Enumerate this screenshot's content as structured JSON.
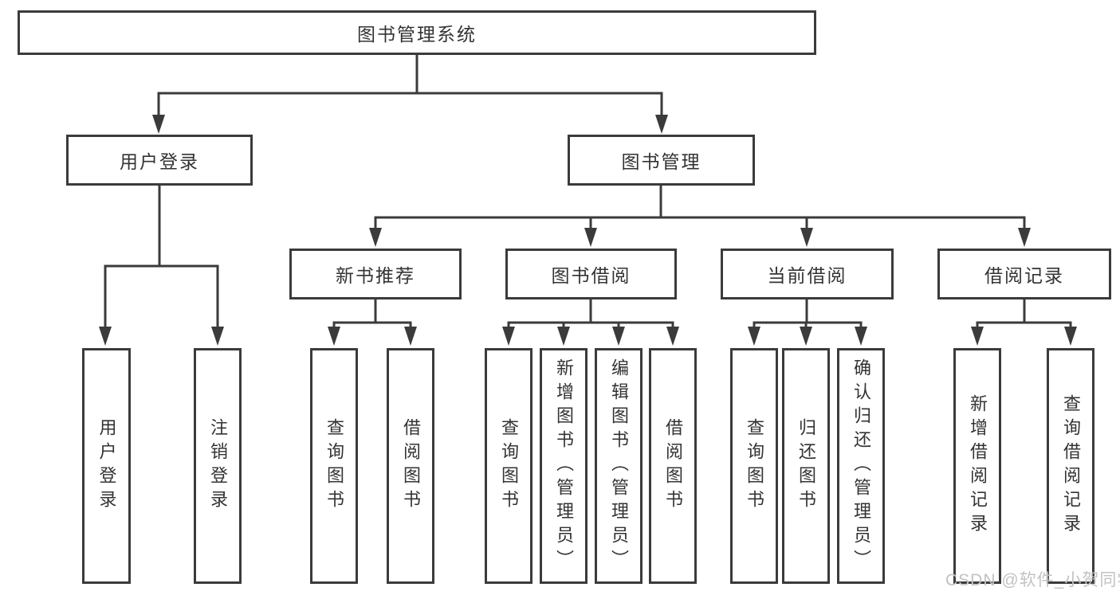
{
  "nodes": {
    "root": "图书管理系统",
    "branches": [
      {
        "label": "用户登录",
        "children": [
          {
            "label": "用户登录"
          },
          {
            "label": "注销登录"
          }
        ]
      },
      {
        "label": "图书管理",
        "children": [
          {
            "label": "新书推荐",
            "children": [
              {
                "label": "查询图书"
              },
              {
                "label": "借阅图书"
              }
            ]
          },
          {
            "label": "图书借阅",
            "children": [
              {
                "label": "查询图书"
              },
              {
                "label": "新增图书（管理员）"
              },
              {
                "label": "编辑图书（管理员）"
              },
              {
                "label": "借阅图书"
              }
            ]
          },
          {
            "label": "当前借阅",
            "children": [
              {
                "label": "查询图书"
              },
              {
                "label": "归还图书"
              },
              {
                "label": "确认归还（管理员）"
              }
            ]
          },
          {
            "label": "借阅记录",
            "children": [
              {
                "label": "新增借阅记录"
              },
              {
                "label": "查询借阅记录"
              }
            ]
          }
        ]
      }
    ]
  },
  "watermark": {
    "text": "CSDN @软件_小贺同学"
  },
  "colors": {
    "line": "#3b3b3b",
    "text": "#333333",
    "box_background": "#ffffff",
    "page_background": "#ffffff",
    "watermark": "#c2c2c2"
  }
}
